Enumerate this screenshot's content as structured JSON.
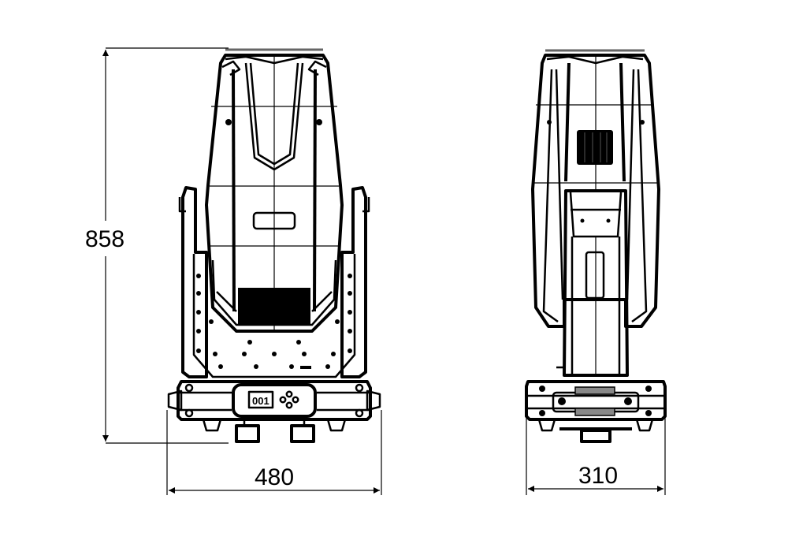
{
  "diagram": {
    "subject": "moving-head fixture dimension drawing",
    "views": [
      {
        "name": "front-view",
        "display": "001",
        "width_label": "480"
      },
      {
        "name": "side-view",
        "width_label": "310"
      }
    ],
    "dimensions": {
      "height": "858",
      "front_width": "480",
      "side_width": "310"
    },
    "colors": {
      "line": "#000000",
      "background": "#ffffff",
      "accent_gray": "#777777"
    }
  }
}
